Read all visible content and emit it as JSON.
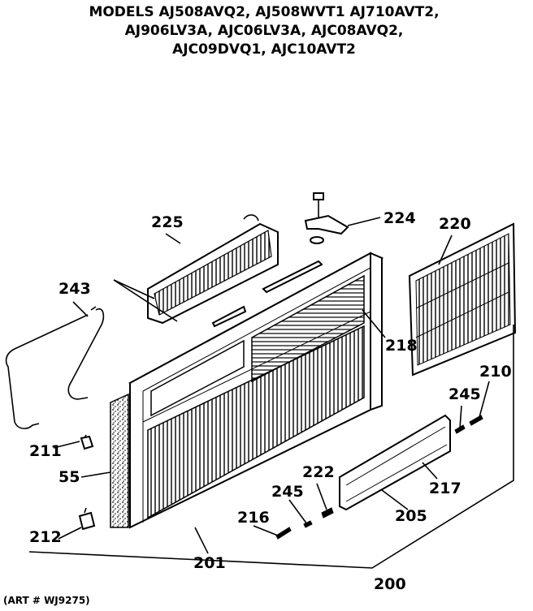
{
  "title_lines": [
    "MODELS AJ508AVQ2, AJ508WVT1 AJ710AVT2,",
    "AJ906LV3A, AJC06LV3A, AJC08AVQ2,",
    "AJC09DVQ1, AJC10AVT2"
  ],
  "art_number": "(ART # WJ9275)",
  "parts": [
    {
      "id": "p225",
      "label": "225"
    },
    {
      "id": "p224",
      "label": "224"
    },
    {
      "id": "p220",
      "label": "220"
    },
    {
      "id": "p243",
      "label": "243"
    },
    {
      "id": "p218",
      "label": "218"
    },
    {
      "id": "p210",
      "label": "210"
    },
    {
      "id": "p245a",
      "label": "245"
    },
    {
      "id": "p211",
      "label": "211"
    },
    {
      "id": "p55",
      "label": "55"
    },
    {
      "id": "p222",
      "label": "222"
    },
    {
      "id": "p245b",
      "label": "245"
    },
    {
      "id": "p217",
      "label": "217"
    },
    {
      "id": "p216",
      "label": "216"
    },
    {
      "id": "p205",
      "label": "205"
    },
    {
      "id": "p212",
      "label": "212"
    },
    {
      "id": "p201",
      "label": "201"
    },
    {
      "id": "p200",
      "label": "200"
    }
  ]
}
